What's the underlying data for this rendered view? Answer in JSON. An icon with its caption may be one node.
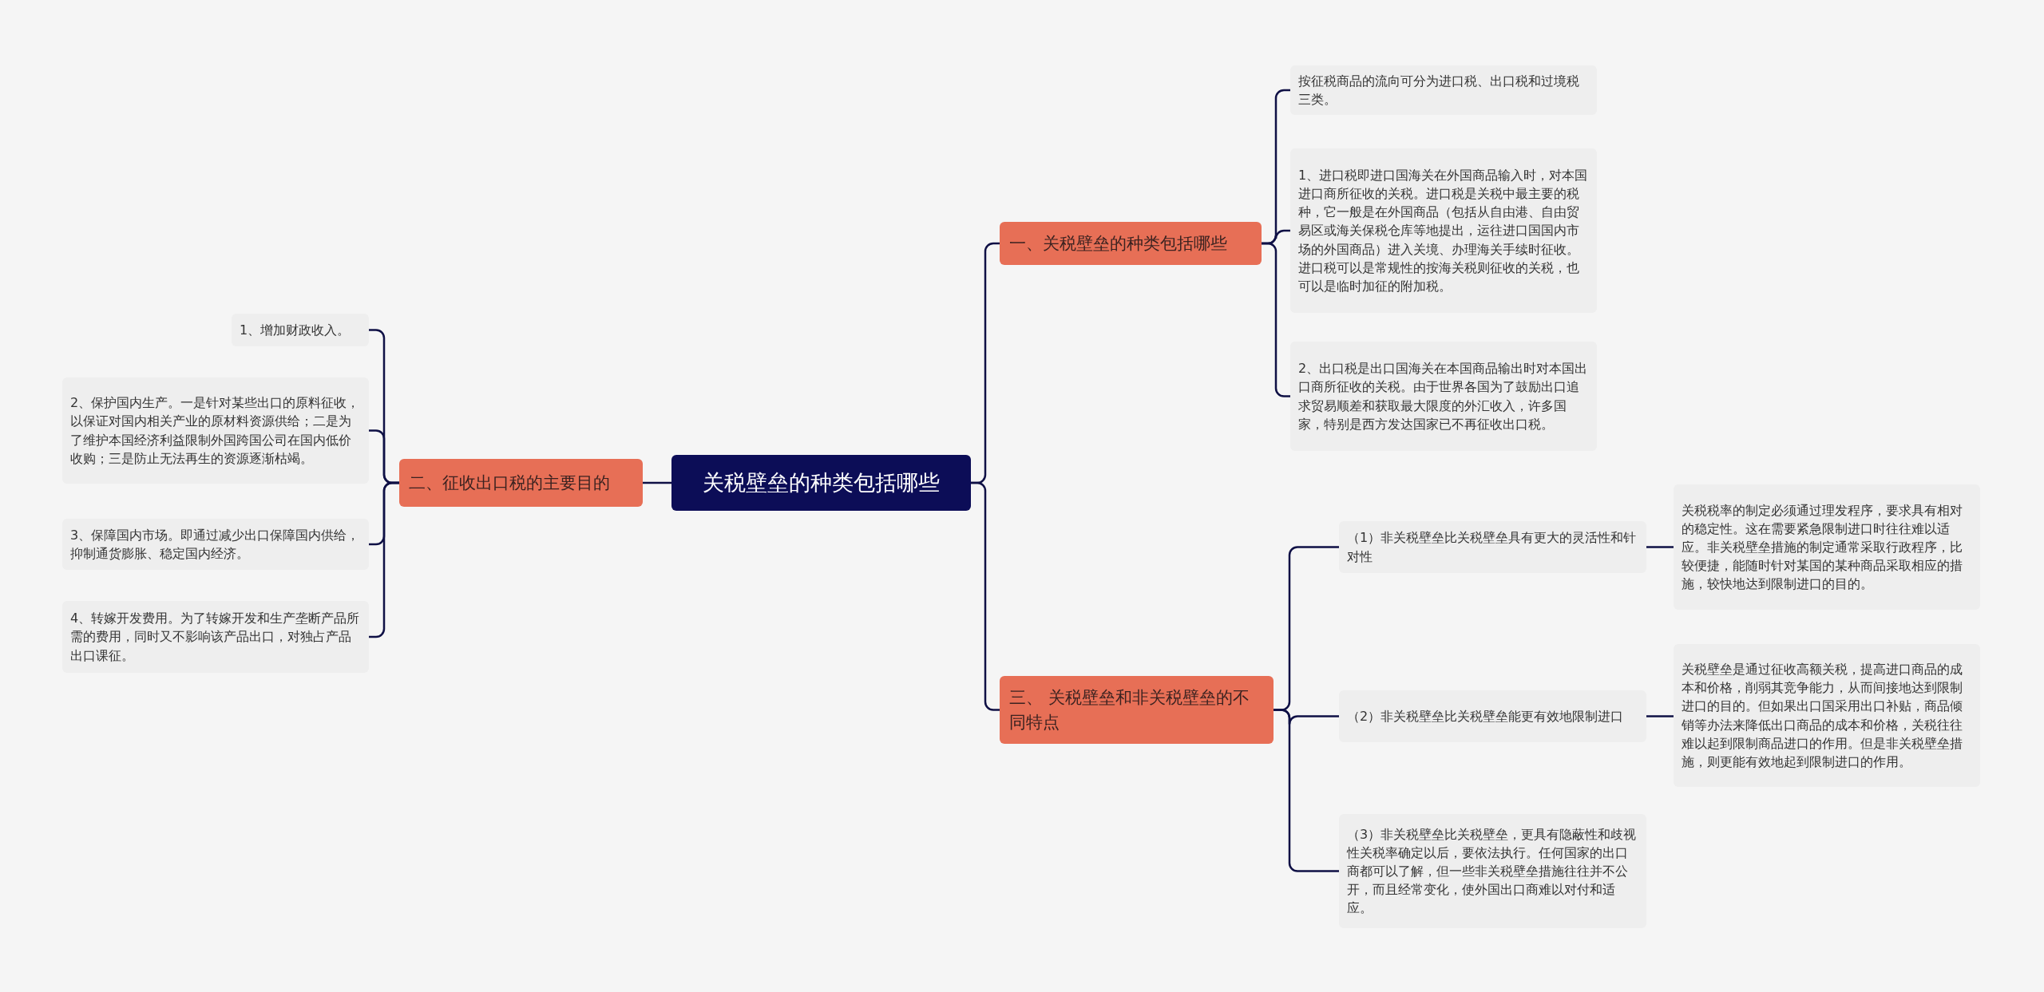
{
  "diagram": {
    "nodes": [
      {
        "text": [
          "关税壁垒的种类包括哪些"
        ]
      },
      {
        "text": [
          "一、关税壁垒的种类包括哪些"
        ]
      },
      {
        "text": [
          "按征税商品的流向可分为进口税、出口税和过境税三类。"
        ]
      },
      {
        "text": [
          "1、进口税即进口国海关在外国商品输入时，对本国进口商所征收的关税。进口税是关税中最主要的税种，它一般是在外国商品（包括从自由港、自由贸易区或海关保税仓库等地提出，运往进口国国内市场的外国商品）进入关境、办理海关手续时征收。进口税可以是常规性的按海关税则征收的关税，也可以是临时加征的附加税。"
        ]
      },
      {
        "text": [
          "2、出口税是出口国海关在本国商品输出时对本国出口商所征收的关税。由于世界各国为了鼓励出口追求贸易顺差和获取最大限度的外汇收入，许多国家，特别是西方发达国家已不再征收出口税。"
        ]
      },
      {
        "text": [
          "三、 关税壁垒和非关税壁垒的不同特点"
        ]
      },
      {
        "text": [
          "（1）非关税壁垒比关税壁垒具有更大的灵活性和针对性"
        ]
      },
      {
        "text": [
          "关税税率的制定必须通过理发程序，要求具有相对的稳定性。这在需要紧急限制进口时往往难以适应。非关税壁垒措施的制定通常采取行政程序，比较便捷，能随时针对某国的某种商品采取相应的措施，较快地达到限制进口的目的。"
        ]
      },
      {
        "text": [
          "（2）非关税壁垒比关税壁垒能更有效地限制进口"
        ]
      },
      {
        "text": [
          "关税壁垒是通过征收高额关税，提高进口商品的成本和价格，削弱其竞争能力，从而间接地达到限制进口的目的。但如果出口国采用出口补贴，商品倾销等办法来降低出口商品的成本和价格，关税往往难以起到限制商品进口的作用。但是非关税壁垒措施，则更能有效地起到限制进口的作用。"
        ]
      },
      {
        "text": [
          "（3）非关税壁垒比关税壁垒，更具有隐蔽性和歧视性关税率确定以后，要依法执行。任何国家的出口商都可以了解，但一些非关税壁垒措施往往并不公开，而且经常变化，使外国出口商难以对付和适应。"
        ]
      },
      {
        "text": [
          "二、征收出口税的主要目的"
        ]
      },
      {
        "text": [
          "1、增加财政收入。"
        ]
      },
      {
        "text": [
          "2、保护国内生产。一是针对某些出口的原料征收，以保证对国内相关产业的原材料资源供给；二是为了维护本国经济利益限制外国跨国公司在国内低价收购；三是防止无法再生的资源逐渐枯竭。"
        ]
      },
      {
        "text": [
          "3、保障国内市场。即通过减少出口保障国内供给，抑制通货膨胀、稳定国内经济。"
        ]
      },
      {
        "text": [
          "4、转嫁开发费用。为了转嫁开发和生产垄断产品所需的费用，同时又不影响该产品出口，对独占产品出口课征。"
        ]
      }
    ],
    "edges": [
      {
        "from": 0,
        "to": 1,
        "arrow": "none"
      },
      {
        "from": 1,
        "to": 2,
        "arrow": "none"
      },
      {
        "from": 1,
        "to": 3,
        "arrow": "none"
      },
      {
        "from": 1,
        "to": 4,
        "arrow": "none"
      },
      {
        "from": 0,
        "to": 5,
        "arrow": "none"
      },
      {
        "from": 5,
        "to": 6,
        "arrow": "none"
      },
      {
        "from": 6,
        "to": 7,
        "arrow": "none"
      },
      {
        "from": 5,
        "to": 8,
        "arrow": "none"
      },
      {
        "from": 8,
        "to": 9,
        "arrow": "none"
      },
      {
        "from": 5,
        "to": 10,
        "arrow": "none"
      },
      {
        "from": 0,
        "to": 11,
        "arrow": "none"
      },
      {
        "from": 11,
        "to": 12,
        "arrow": "none"
      },
      {
        "from": 11,
        "to": 13,
        "arrow": "none"
      },
      {
        "from": 11,
        "to": 14,
        "arrow": "none"
      },
      {
        "from": 11,
        "to": 15,
        "arrow": "none"
      }
    ]
  }
}
